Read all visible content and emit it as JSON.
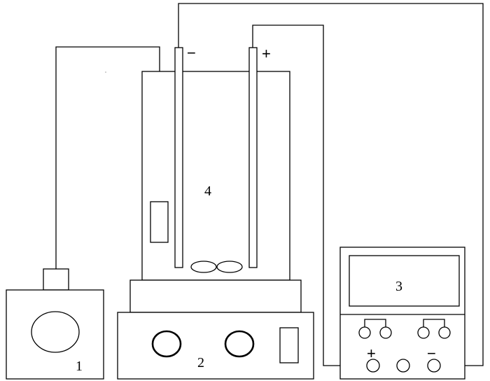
{
  "labels": {
    "device_1": "1",
    "device_2": "2",
    "device_3": "3",
    "cell_4": "4"
  },
  "electrodes": {
    "negative_sign": "−",
    "positive_sign": "+"
  },
  "power_supply_terminals": {
    "positive_sign": "+",
    "negative_sign": "−"
  }
}
